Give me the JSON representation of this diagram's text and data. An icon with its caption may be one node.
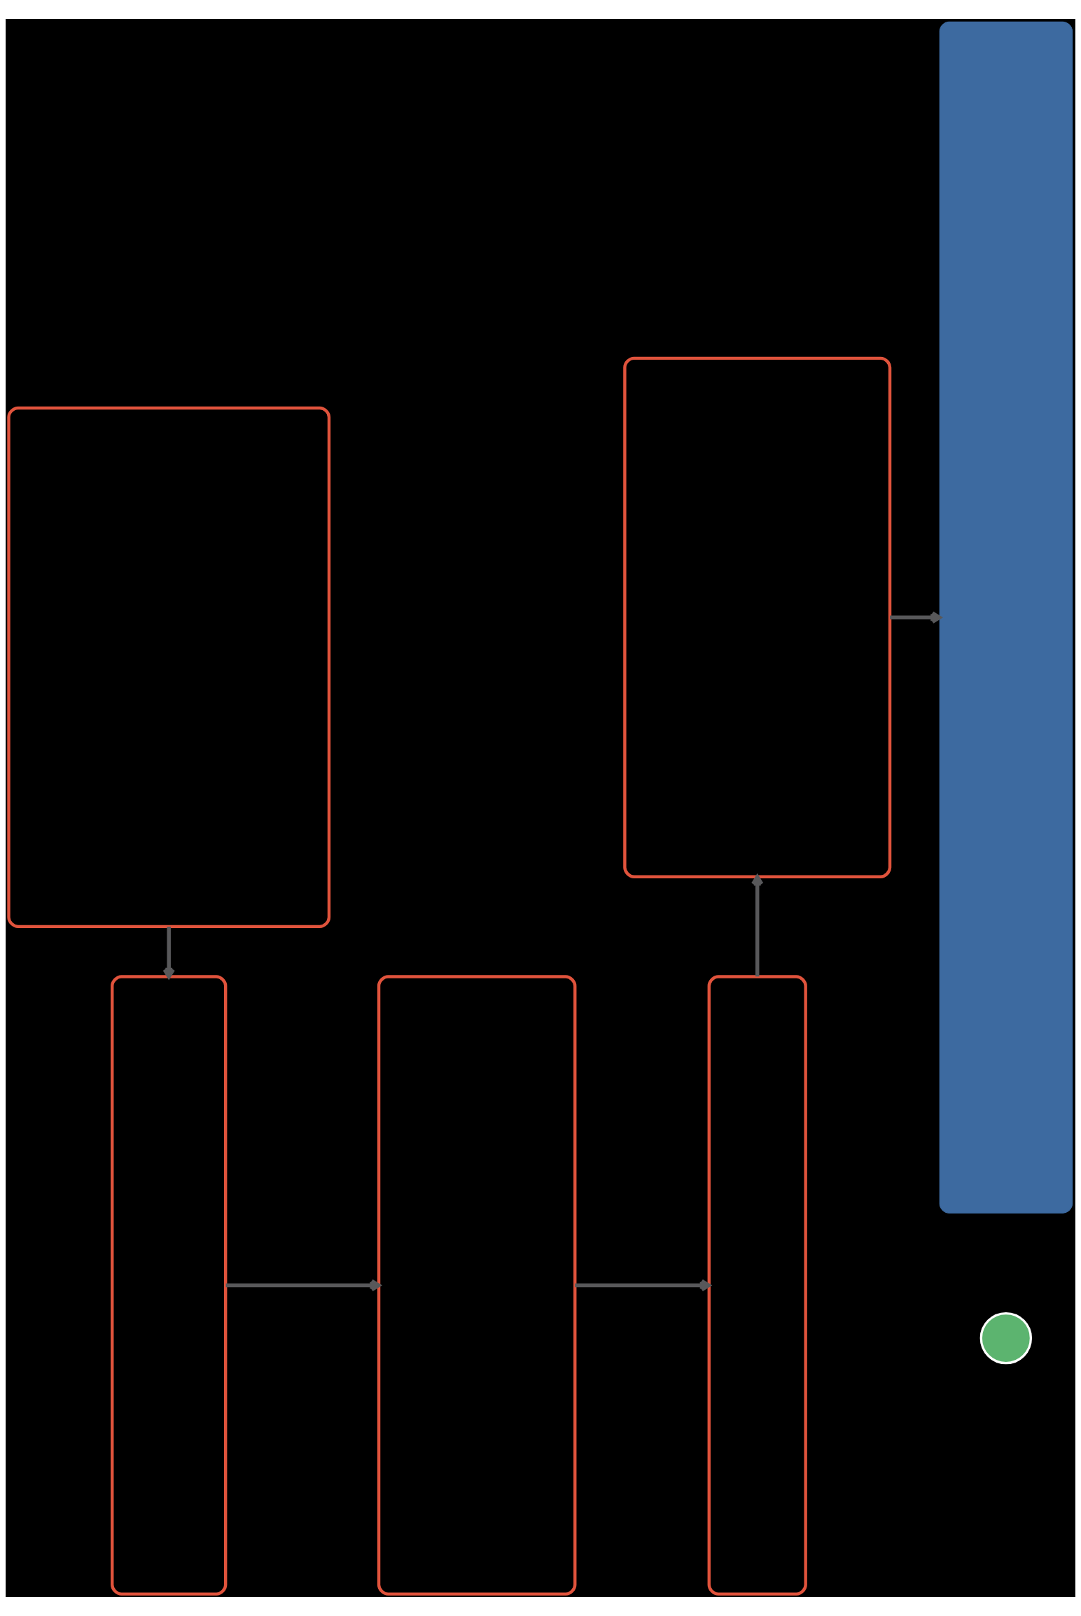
{
  "diagram": {
    "nodes": [
      {
        "text": [],
        "shape": "box"
      },
      {
        "text": [],
        "shape": "box"
      },
      {
        "text": [],
        "shape": "bar"
      },
      {
        "text": [],
        "shape": "box"
      },
      {
        "text": [],
        "shape": "box"
      },
      {
        "text": [],
        "shape": "box"
      },
      {
        "text": [],
        "shape": "circle"
      }
    ],
    "edges": [
      {
        "from": 0,
        "to": 3,
        "arrow": "to"
      },
      {
        "from": 3,
        "to": 4,
        "arrow": "to"
      },
      {
        "from": 4,
        "to": 5,
        "arrow": "to"
      },
      {
        "from": 5,
        "to": 1,
        "arrow": "to"
      },
      {
        "from": 1,
        "to": 2,
        "arrow": "to"
      }
    ]
  }
}
